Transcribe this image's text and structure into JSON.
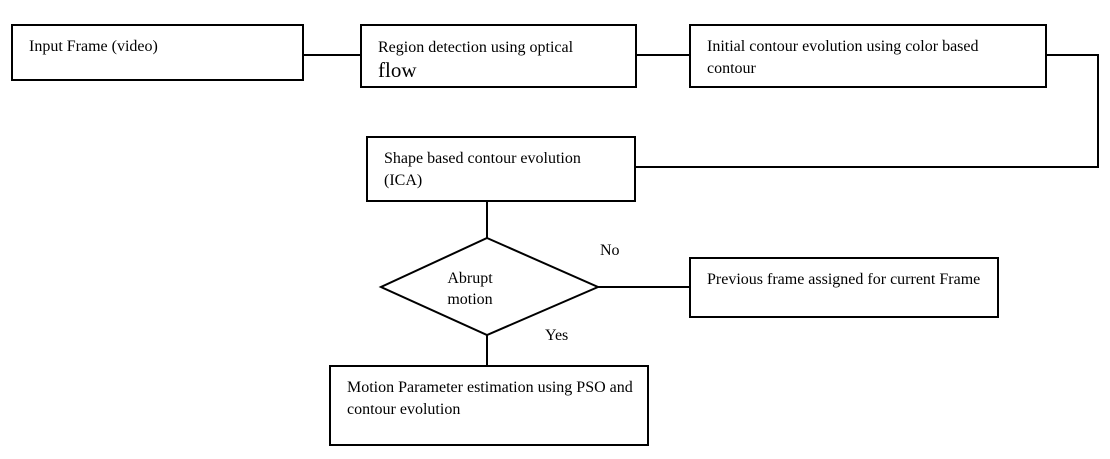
{
  "nodes": {
    "input_frame": {
      "text": "Input Frame (video)"
    },
    "region_detection": {
      "text": "Region detection using optical",
      "text_line2": "flow"
    },
    "initial_contour": {
      "text": "Initial contour evolution using color based contour"
    },
    "shape_contour": {
      "text": "Shape based contour evolution (ICA)"
    },
    "abrupt_motion": {
      "line1": "Abrupt",
      "line2": "motion"
    },
    "previous_frame": {
      "text": "Previous frame assigned for current Frame"
    },
    "motion_param": {
      "text": "Motion Parameter estimation using PSO and contour evolution"
    }
  },
  "edge_labels": {
    "no": "No",
    "yes": "Yes"
  }
}
